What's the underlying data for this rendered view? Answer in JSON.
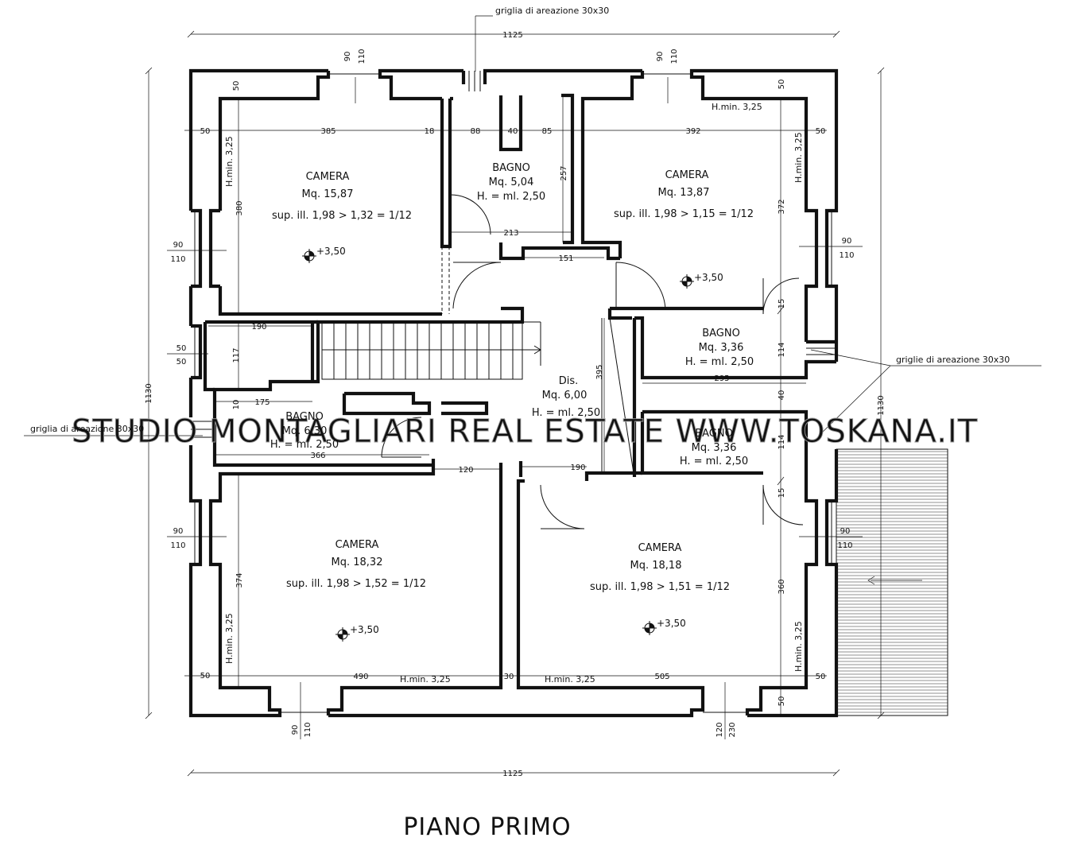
{
  "title": "PIANO PRIMO",
  "watermark": "STUDIO MONTAGLIARI  REAL ESTATE  WWW.TOSKANA.IT",
  "notes": {
    "vent_top": "griglia di areazione 30x30",
    "vent_right": "griglie di areazione 30x30",
    "vent_left": "griglia di areazione 30x30"
  },
  "rooms": [
    {
      "name": "CAMERA",
      "area": "Mq. 15,87",
      "extra": "sup. ill. 1,98 > 1,32 = 1/12"
    },
    {
      "name": "BAGNO",
      "area": "Mq. 5,04",
      "extra": "H. = ml. 2,50"
    },
    {
      "name": "CAMERA",
      "area": "Mq. 13,87",
      "extra": "sup. ill. 1,98 > 1,15 = 1/12"
    },
    {
      "name": "BAGNO",
      "area": "Mq. 3,36",
      "extra": "H. = ml. 2,50"
    },
    {
      "name": "Dis.",
      "area": "Mq. 6,00",
      "extra": "H. = ml. 2,50"
    },
    {
      "name": "BAGNO",
      "area": "Mq. 6,30",
      "extra": "H. = ml. 2,50"
    },
    {
      "name": "BAGNO",
      "area": "Mq. 3,36",
      "extra": "H. = ml. 2,50"
    },
    {
      "name": "CAMERA",
      "area": "Mq. 18,32",
      "extra": "sup. ill. 1,98 > 1,52 = 1/12"
    },
    {
      "name": "CAMERA",
      "area": "Mq. 18,18",
      "extra": "sup. ill. 1,98 > 1,51 = 1/12"
    }
  ],
  "levels": [
    "+3,50",
    "+3,50",
    "+3,50",
    "+3,50"
  ],
  "heights": [
    "H.min. 3,25",
    "H.min. 3,25",
    "H.min. 3,25",
    "H.min. 3,25",
    "H.min. 3,25",
    "H.min. 3,25"
  ],
  "dimensions": {
    "overall_width": "1125",
    "overall_height": "1130",
    "right_height": "1130",
    "wall": "50",
    "d385": "385",
    "d18": "18",
    "d88": "88",
    "d40": "40",
    "d85": "85",
    "d392": "392",
    "d380": "380",
    "d257": "257",
    "d213": "213",
    "d151": "151",
    "d372": "372",
    "d190": "190",
    "d117": "117",
    "d175": "175",
    "d10": "10",
    "d366": "366",
    "d395": "395",
    "d295": "295",
    "d114": "114",
    "d15": "15",
    "d120": "120",
    "d374": "374",
    "d360": "360",
    "d490": "490",
    "d30": "30",
    "d505": "505",
    "d90": "90",
    "d110": "110",
    "d230": "230"
  }
}
